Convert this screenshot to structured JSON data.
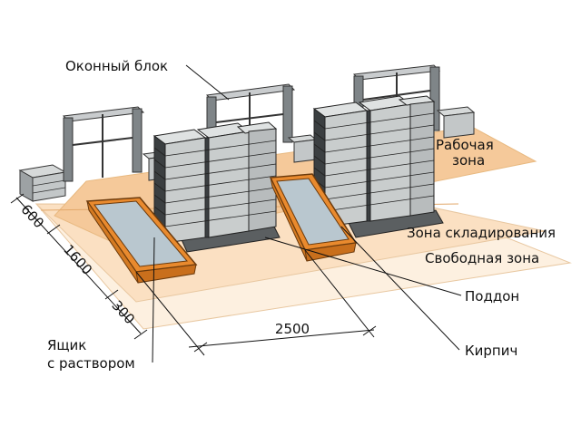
{
  "labels": {
    "window_block": "Оконный блок",
    "work_zone_line1": "Рабочая",
    "work_zone_line2": "зона",
    "storage_zone": "Зона складирования",
    "free_zone": "Свободная зона",
    "pallet": "Поддон",
    "brick": "Кирпич",
    "mortar_box_line1": "Ящик",
    "mortar_box_line2": "с раствором"
  },
  "dimensions": {
    "d600": "600",
    "d1600": "1600",
    "d300": "300",
    "d2500": "2500"
  },
  "colors": {
    "work_zone": "#f5c99a",
    "storage_zone": "#fbe0c2",
    "free_zone": "#fdf0e0",
    "brick": "#cfd2d2",
    "brick_dark": "#2e3133",
    "box_orange": "#e98a2e",
    "mortar": "#b9c7cf"
  }
}
